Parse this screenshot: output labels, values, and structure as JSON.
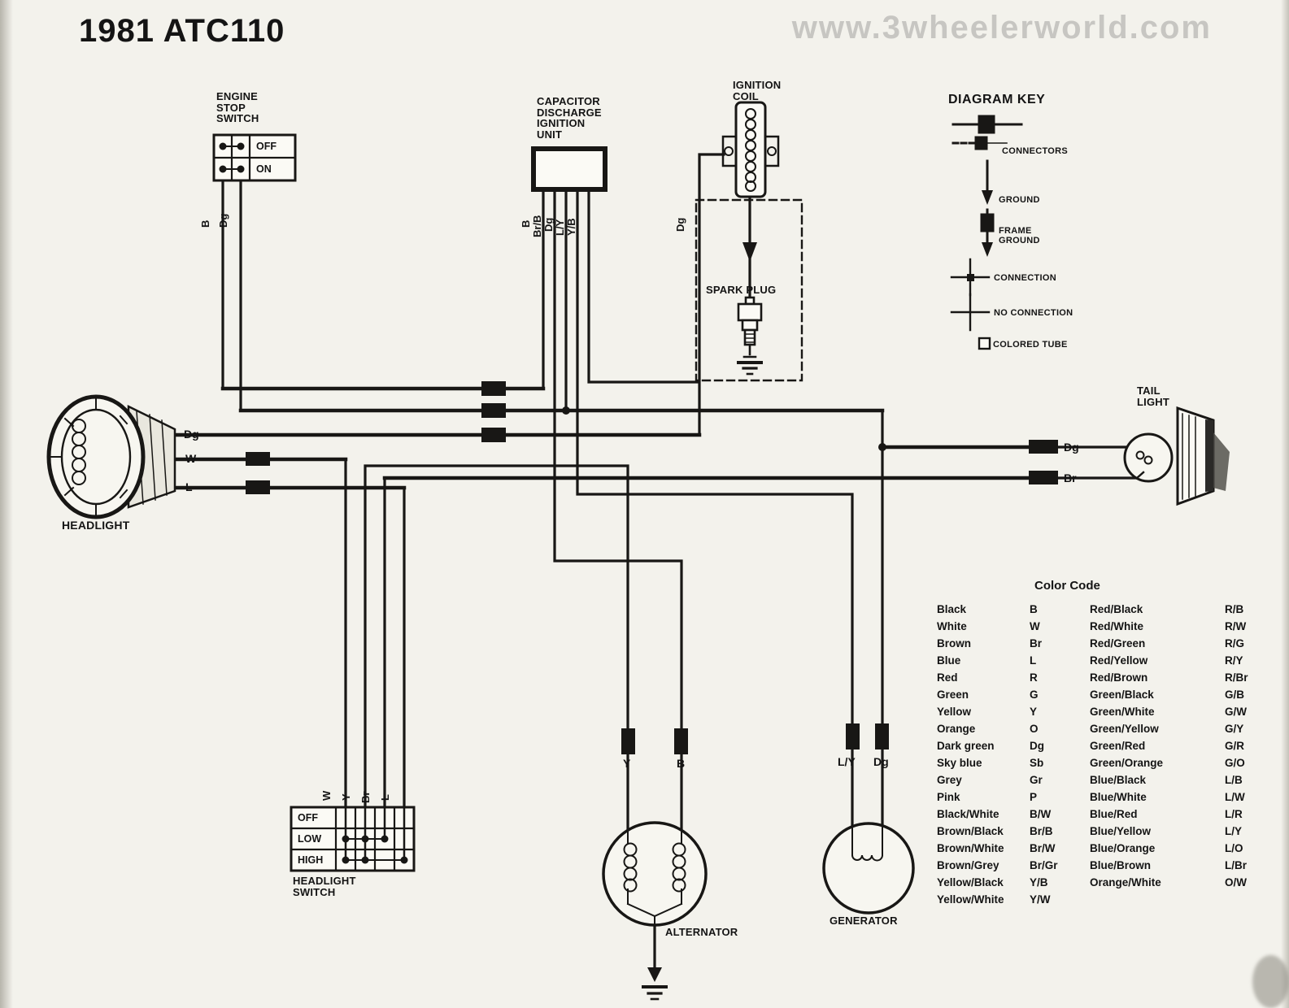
{
  "page": {
    "title": "1981 ATC110",
    "watermark": "www.3wheelerworld.com"
  },
  "engine_stop_switch": {
    "label": "ENGINE\nSTOP\nSWITCH",
    "positions": [
      "OFF",
      "ON"
    ],
    "wires": [
      "B",
      "Dg"
    ]
  },
  "cdi_unit": {
    "label": "CAPACITOR\nDISCHARGE\nIGNITION\nUNIT",
    "wires": [
      "B",
      "Br/B",
      "Dg",
      "L/Y",
      "Y/B"
    ]
  },
  "ignition_coil": {
    "label": "IGNITION\nCOIL",
    "wire": "Dg"
  },
  "spark_plug": {
    "label": "SPARK PLUG"
  },
  "headlight": {
    "label": "HEADLIGHT",
    "wires": [
      "Dg",
      "W",
      "L"
    ]
  },
  "tail_light": {
    "label": "TAIL\nLIGHT",
    "wires": [
      "Dg",
      "Br"
    ]
  },
  "headlight_switch": {
    "label": "HEADLIGHT\nSWITCH",
    "positions": [
      "OFF",
      "LOW",
      "HIGH"
    ],
    "wires": [
      "W",
      "Y",
      "Br",
      "L"
    ]
  },
  "alternator": {
    "label": "ALTERNATOR",
    "wires": [
      "Y",
      "B"
    ]
  },
  "generator": {
    "label": "GENERATOR",
    "wires": [
      "L/Y",
      "Dg"
    ]
  },
  "diagram_key": {
    "title": "DIAGRAM KEY",
    "items": [
      "CONNECTORS",
      "GROUND",
      "FRAME\nGROUND",
      "CONNECTION",
      "NO CONNECTION",
      "COLORED TUBE"
    ]
  },
  "color_code": {
    "title": "Color Code",
    "left": [
      {
        "name": "Black",
        "code": "B"
      },
      {
        "name": "White",
        "code": "W"
      },
      {
        "name": "Brown",
        "code": "Br"
      },
      {
        "name": "Blue",
        "code": "L"
      },
      {
        "name": "Red",
        "code": "R"
      },
      {
        "name": "Green",
        "code": "G"
      },
      {
        "name": "Yellow",
        "code": "Y"
      },
      {
        "name": "Orange",
        "code": "O"
      },
      {
        "name": "Dark green",
        "code": "Dg"
      },
      {
        "name": "Sky blue",
        "code": "Sb"
      },
      {
        "name": "Grey",
        "code": "Gr"
      },
      {
        "name": "Pink",
        "code": "P"
      },
      {
        "name": "Black/White",
        "code": "B/W"
      },
      {
        "name": "Brown/Black",
        "code": "Br/B"
      },
      {
        "name": "Brown/White",
        "code": "Br/W"
      },
      {
        "name": "Brown/Grey",
        "code": "Br/Gr"
      },
      {
        "name": "Yellow/Black",
        "code": "Y/B"
      },
      {
        "name": "Yellow/White",
        "code": "Y/W"
      }
    ],
    "right": [
      {
        "name": "Red/Black",
        "code": "R/B"
      },
      {
        "name": "Red/White",
        "code": "R/W"
      },
      {
        "name": "Red/Green",
        "code": "R/G"
      },
      {
        "name": "Red/Yellow",
        "code": "R/Y"
      },
      {
        "name": "Red/Brown",
        "code": "R/Br"
      },
      {
        "name": "Green/Black",
        "code": "G/B"
      },
      {
        "name": "Green/White",
        "code": "G/W"
      },
      {
        "name": "Green/Yellow",
        "code": "G/Y"
      },
      {
        "name": "Green/Red",
        "code": "G/R"
      },
      {
        "name": "Green/Orange",
        "code": "G/O"
      },
      {
        "name": "Blue/Black",
        "code": "L/B"
      },
      {
        "name": "Blue/White",
        "code": "L/W"
      },
      {
        "name": "Blue/Red",
        "code": "L/R"
      },
      {
        "name": "Blue/Yellow",
        "code": "L/Y"
      },
      {
        "name": "Blue/Orange",
        "code": "L/O"
      },
      {
        "name": "Blue/Brown",
        "code": "L/Br"
      },
      {
        "name": "Orange/White",
        "code": "O/W"
      }
    ]
  }
}
